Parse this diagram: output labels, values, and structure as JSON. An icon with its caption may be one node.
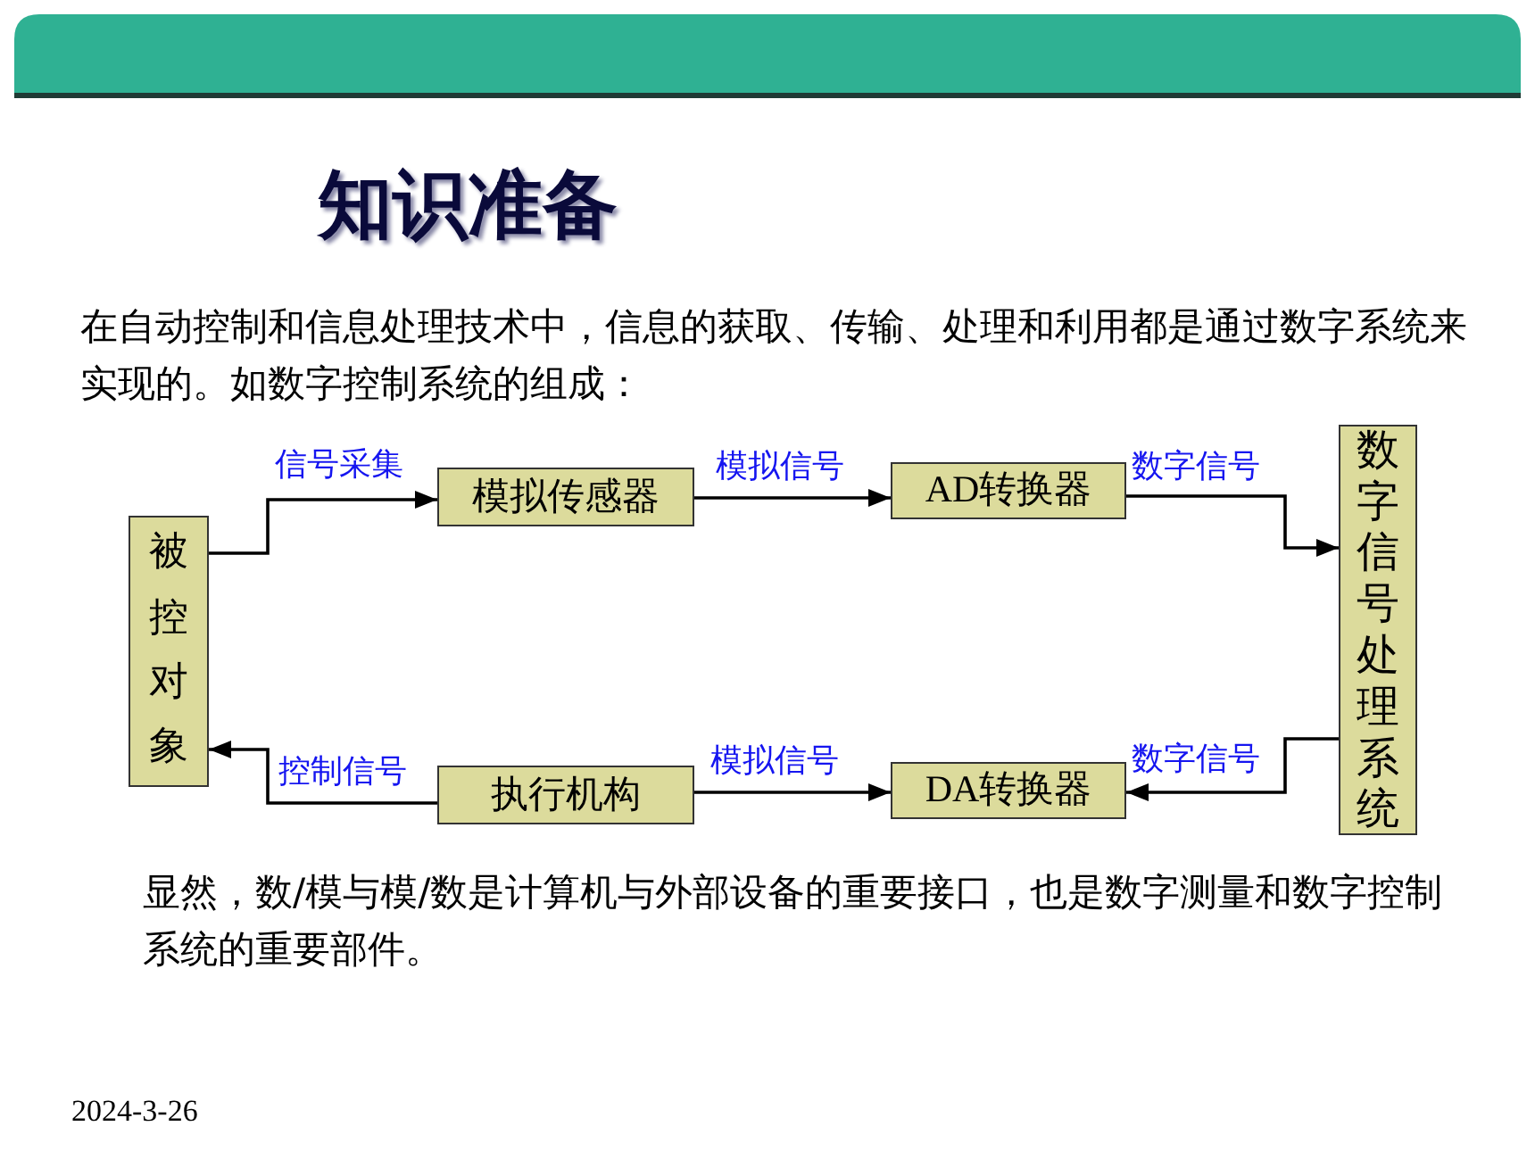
{
  "diagram": {
    "title": "知识准备",
    "nodes": [
      {
        "text": [
          "被控对象"
        ]
      },
      {
        "text": [
          "模拟传感器"
        ]
      },
      {
        "text": [
          "AD转换器"
        ]
      },
      {
        "text": [
          "数字信号处理系统"
        ]
      },
      {
        "text": [
          "DA转换器"
        ]
      },
      {
        "text": [
          "执行机构"
        ]
      }
    ],
    "edges": [
      {
        "from": 0,
        "to": 1,
        "arrow": "to",
        "label": "信号采集"
      },
      {
        "from": 1,
        "to": 2,
        "arrow": "to",
        "label": "模拟信号"
      },
      {
        "from": 2,
        "to": 3,
        "arrow": "to",
        "label": "数字信号"
      },
      {
        "from": 3,
        "to": 4,
        "arrow": "to",
        "label": "数字信号"
      },
      {
        "from": 5,
        "to": 4,
        "arrow": "to",
        "label": "模拟信号"
      },
      {
        "from": 5,
        "to": 0,
        "arrow": "to",
        "label": "控制信号"
      }
    ],
    "labels": [
      "在自动控制和信息处理技术中，信息的获取、传输、处理和利用都是通过数字系统来实现的。如数字控制系统的组成：",
      "显然，数/模与模/数是计算机与外部设备的重要接口，也是数字测量和数字控制系统的重要部件。",
      "2024-3-26"
    ]
  }
}
